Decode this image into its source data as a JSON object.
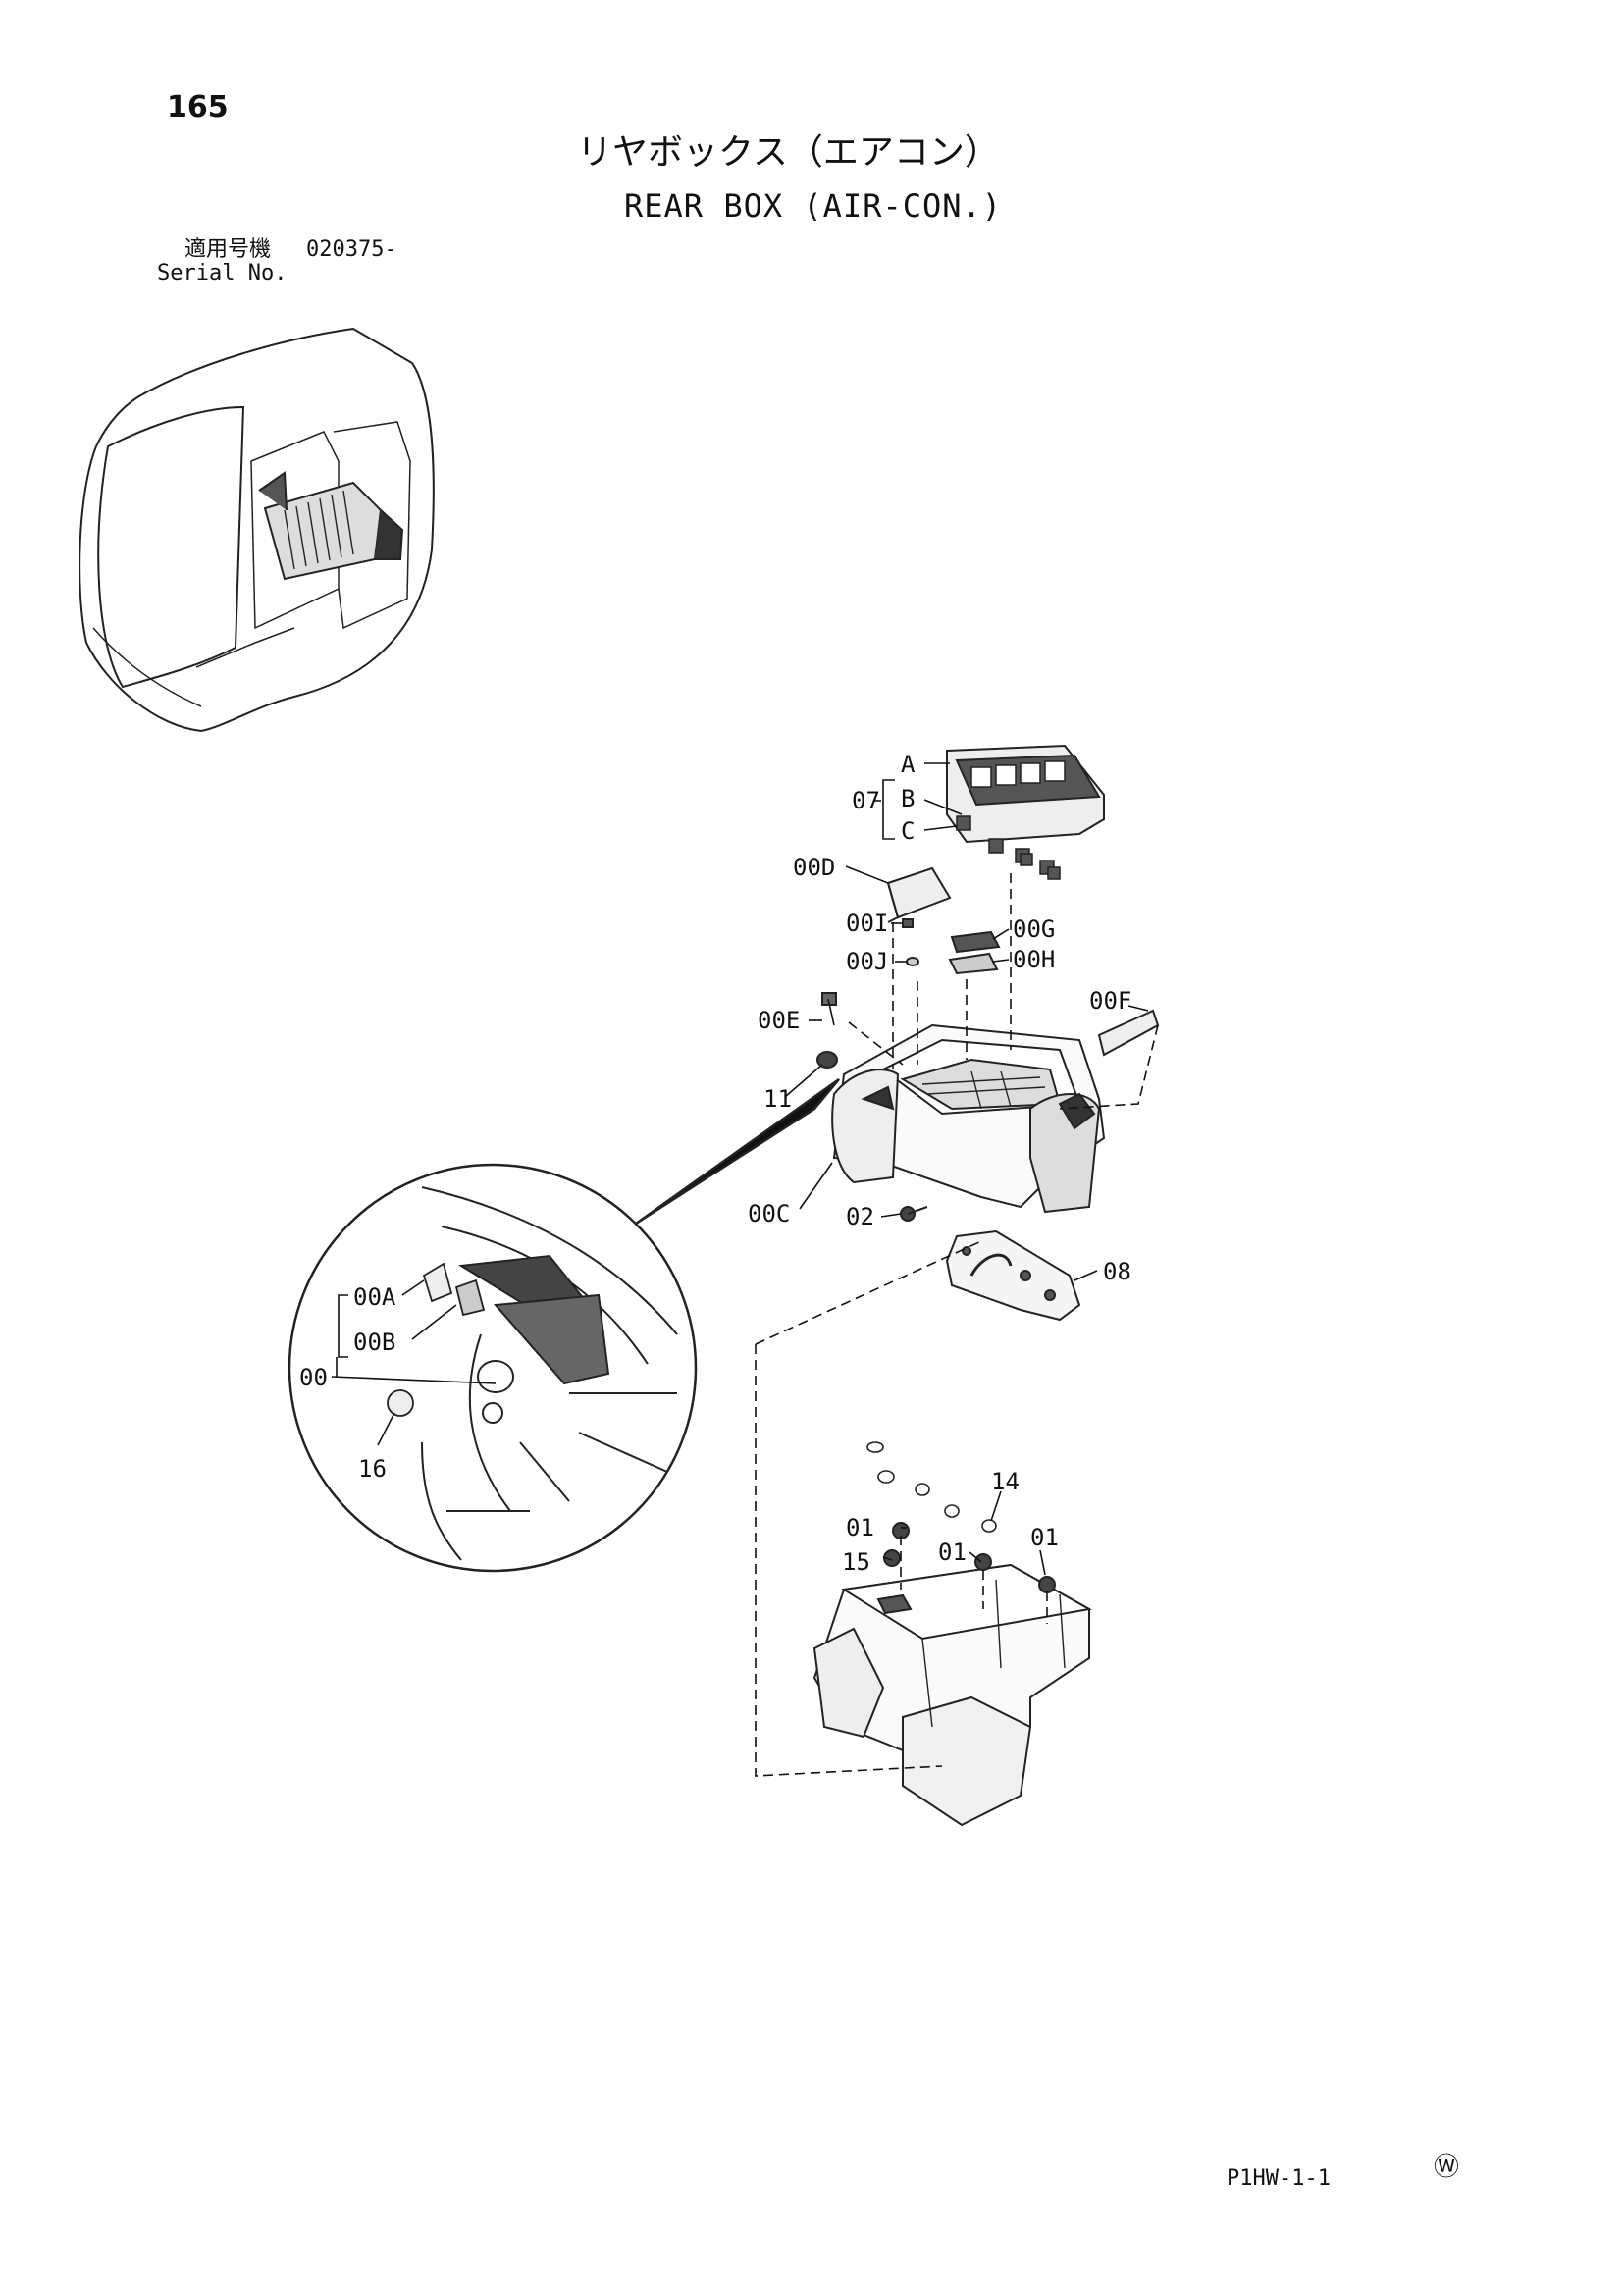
{
  "page": {
    "number": "165",
    "title_jp": "リヤボックス（エアコン）",
    "title_en": "REAR BOX (AIR-CON.)",
    "serial_label_jp": "適用号機",
    "serial_value": "020375-",
    "serial_label_en": "Serial No.",
    "page_code": "P1HW-1-1",
    "corner_mark": "Ⓦ"
  },
  "callouts": {
    "c07": "07",
    "cA": "A",
    "cB": "B",
    "cC": "C",
    "c00D": "00D",
    "c00I": "00I",
    "c00J": "00J",
    "c00G": "00G",
    "c00H": "00H",
    "c00E": "00E",
    "c00F": "00F",
    "c11": "11",
    "c00C": "00C",
    "c02": "02",
    "c08": "08",
    "c00A": "00A",
    "c00B": "00B",
    "c00": "00",
    "c16": "16",
    "c14": "14",
    "c01a": "01",
    "c01b": "01",
    "c01c": "01",
    "c15": "15"
  }
}
